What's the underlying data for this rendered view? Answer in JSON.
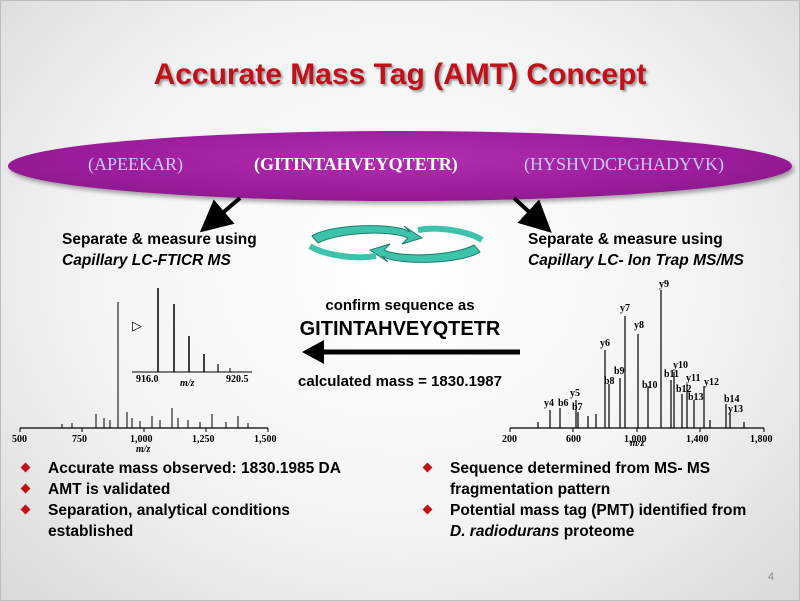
{
  "title": "Accurate Mass Tag (AMT) Concept",
  "peptides": {
    "left": "(APEEKAR)",
    "center": "(GITINTAHVEYQTETR)",
    "right": "(HYSHVDCPGHADYVK)"
  },
  "left_method": {
    "line1": "Separate & measure using",
    "line2": "Capillary LC-FTICR MS"
  },
  "right_method": {
    "line1": "Separate & measure using",
    "line2": "Capillary LC- Ion Trap MS/MS"
  },
  "center": {
    "confirm": "confirm sequence as",
    "sequence": "GITINTAHVEYQTETR",
    "calc_mass": "calculated mass = 1830.1987"
  },
  "left_spectrum": {
    "x_ticks": [
      "500",
      "750",
      "1,000",
      "1,250",
      "1,500"
    ],
    "x_label": "m/z",
    "inset_ticks": [
      "916.0",
      "920.5"
    ],
    "inset_label": "m/z",
    "inset_marker": "▷"
  },
  "right_spectrum": {
    "x_ticks": [
      "200",
      "600",
      "1,000",
      "1,400",
      "1,800"
    ],
    "x_label": "m/z",
    "peak_labels": [
      "y9",
      "y7",
      "y8",
      "y6",
      "b9",
      "b8",
      "b10",
      "y10",
      "b11",
      "y11",
      "y12",
      "b12",
      "b13",
      "b14",
      "y13",
      "y5",
      "y4",
      "b6",
      "b7"
    ]
  },
  "left_bullets": [
    "Accurate mass observed: 1830.1985 DA",
    "AMT is validated",
    "Separation, analytical conditions established"
  ],
  "right_bullets": {
    "b1": "Sequence determined from MS- MS fragmentation pattern",
    "b2_prefix": "Potential mass tag (PMT) identified from ",
    "b2_italic": "D. radiodurans",
    "b2_suffix": " proteome"
  },
  "page_number": "4",
  "colors": {
    "title": "#c0101a",
    "ellipse": "#9a1c9a",
    "cycle_arrows": "#2fb7a0",
    "bullet": "#c0101a"
  }
}
